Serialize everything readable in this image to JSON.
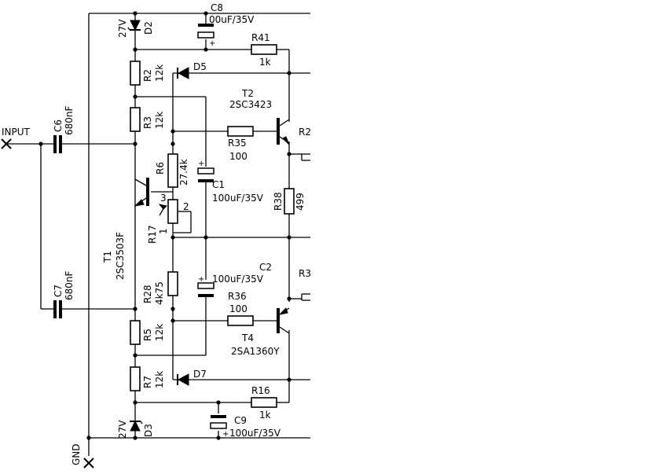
{
  "labels": {
    "input": "INPUT",
    "gnd": "GND"
  },
  "parts": {
    "c6": {
      "ref": "C6",
      "value": "680nF"
    },
    "c7": {
      "ref": "C7",
      "value": "680nF"
    },
    "c8": {
      "ref": "C8",
      "value": "00uF/35V"
    },
    "c1": {
      "ref": "C1",
      "value": "100uF/35V"
    },
    "c2": {
      "ref": "C2",
      "value": "100uF/35V"
    },
    "c9": {
      "ref": "C9",
      "value": "100uF/35V"
    },
    "d2": {
      "ref": "D2",
      "value": "27V"
    },
    "d3": {
      "ref": "D3",
      "value": "27V"
    },
    "d5": {
      "ref": "D5"
    },
    "d7": {
      "ref": "D7"
    },
    "r2": {
      "ref": "R2",
      "value": "12k"
    },
    "r3": {
      "ref": "R3",
      "value": "12k"
    },
    "r5": {
      "ref": "R5",
      "value": "12k"
    },
    "r7": {
      "ref": "R7",
      "value": "12k"
    },
    "r6": {
      "ref": "R6",
      "value": "27.4k"
    },
    "r28": {
      "ref": "R28",
      "value": "4k75"
    },
    "r17": {
      "ref": "R17",
      "pin1": "1",
      "pin2": "2",
      "pin3": "3"
    },
    "r41": {
      "ref": "R41",
      "value": "1k"
    },
    "r16": {
      "ref": "R16",
      "value": "1k"
    },
    "r35": {
      "ref": "R35",
      "value": "100"
    },
    "r36": {
      "ref": "R36",
      "value": "100"
    },
    "r38": {
      "ref": "R38",
      "value": "499"
    },
    "r2x": {
      "ref": "R2"
    },
    "r3x": {
      "ref": "R3"
    },
    "t1": {
      "ref": "T1",
      "value": "2SC3503F"
    },
    "t2": {
      "ref": "T2",
      "value": "2SC3423"
    },
    "t4": {
      "ref": "T4",
      "value": "2SA1360Y"
    }
  }
}
